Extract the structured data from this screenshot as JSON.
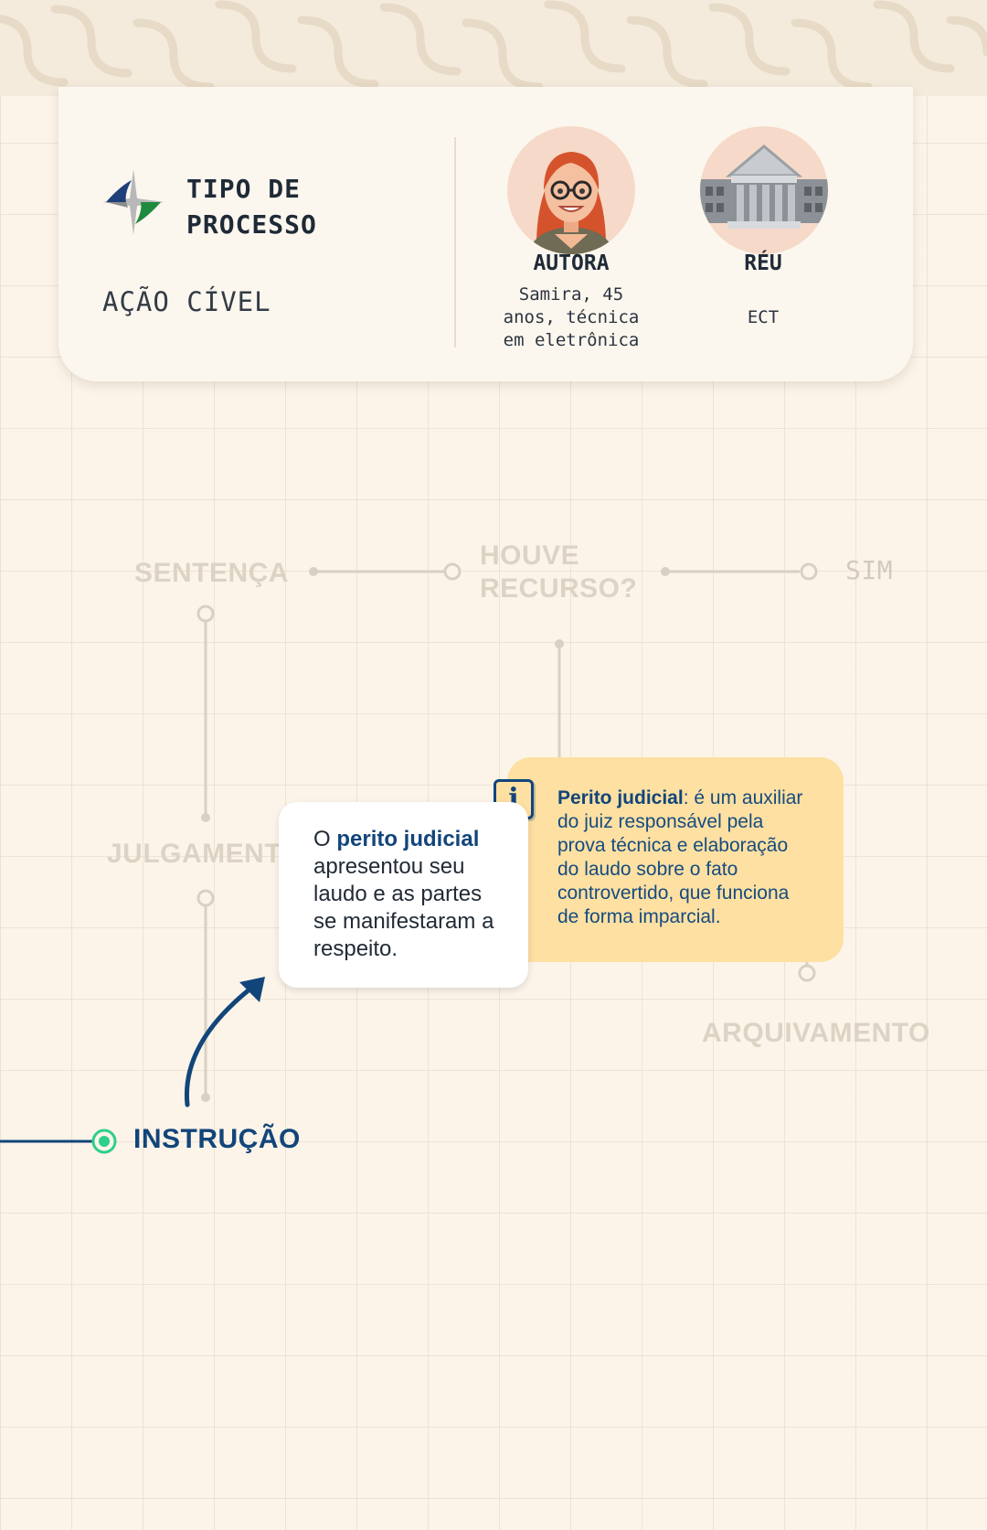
{
  "header": {
    "label": "TIPO DE PROCESSO",
    "label_line1": "TIPO DE",
    "label_line2": "PROCESSO",
    "process_type": "AÇÃO CÍVEL"
  },
  "parties": {
    "plaintiff": {
      "role": "AUTORA",
      "description": "Samira, 45 anos, técnica em eletrônica",
      "desc_line1": "Samira, 45",
      "desc_line2": "anos, técnica",
      "desc_line3": "em eletrônica",
      "icon": "woman-avatar-icon"
    },
    "defendant": {
      "role": "RÉU",
      "description": "ECT",
      "icon": "courthouse-icon"
    }
  },
  "flow": {
    "stages": {
      "sentenca": "SENTENÇA",
      "houve_recurso_1": "HOUVE",
      "houve_recurso_2": "RECURSO?",
      "sim": "SIM",
      "julgamento": "JULGAMENTO",
      "arquivamento": "ARQUIVAMENTO",
      "instrucao": "INSTRUÇÃO"
    },
    "current_stage": "INSTRUÇÃO"
  },
  "bubble": {
    "prefix": "O ",
    "highlight": "perito judicial",
    "line2": "apresentou seu",
    "line3": "laudo e as partes",
    "line4": "se manifestaram a",
    "line5": "respeito."
  },
  "info_box": {
    "icon": "info-icon",
    "icon_char": "i",
    "term": "Perito judicial",
    "first_line_rest": ": é um auxiliar",
    "line2": "do juiz responsável pela",
    "line3": "prova técnica e elaboração",
    "line4": "do laudo sobre o fato",
    "line5": "controvertido, que funciona",
    "line6": "de forma imparcial."
  },
  "colors": {
    "background": "#fcf4e9",
    "accent_blue": "#12457a",
    "active_green": "#2ecf8a",
    "info_yellow": "#fde0a2",
    "inactive": "#ddd3c4"
  }
}
